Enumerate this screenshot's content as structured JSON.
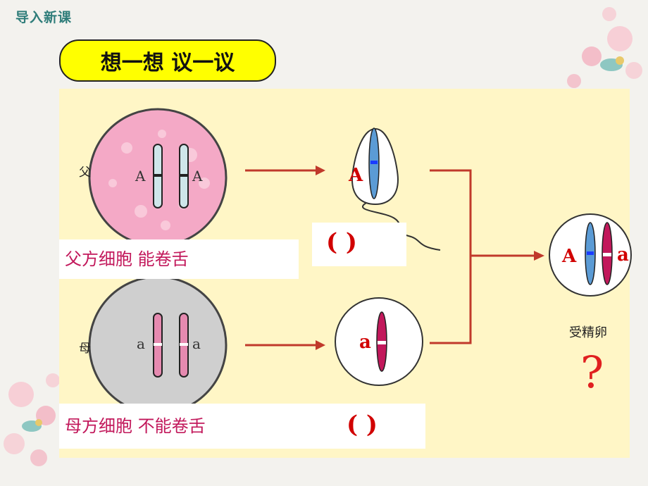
{
  "header": {
    "title": "导入新课"
  },
  "banner": {
    "text": "想一想  议一议"
  },
  "diagram": {
    "father_label": "父",
    "mother_label": "母",
    "father_cell_alleles": [
      "A",
      "A"
    ],
    "mother_cell_alleles": [
      "a",
      "a"
    ],
    "sperm_allele": "A",
    "egg_allele": "a",
    "zygote_alleles": [
      "A",
      "a"
    ],
    "zygote_label": "受精卵",
    "question_mark": "?",
    "father_caption": "父方细胞  能卷舌",
    "mother_caption": "母方细胞  不能卷舌",
    "blank_parens": "(    )",
    "colors": {
      "father_cell": "#f4a9c6",
      "mother_cell": "#cfcfcf",
      "arrow": "#c0392b",
      "chromosome_A": "#5b9bd5",
      "chromosome_a": "#c2185b",
      "red_text": "#d10000"
    }
  }
}
